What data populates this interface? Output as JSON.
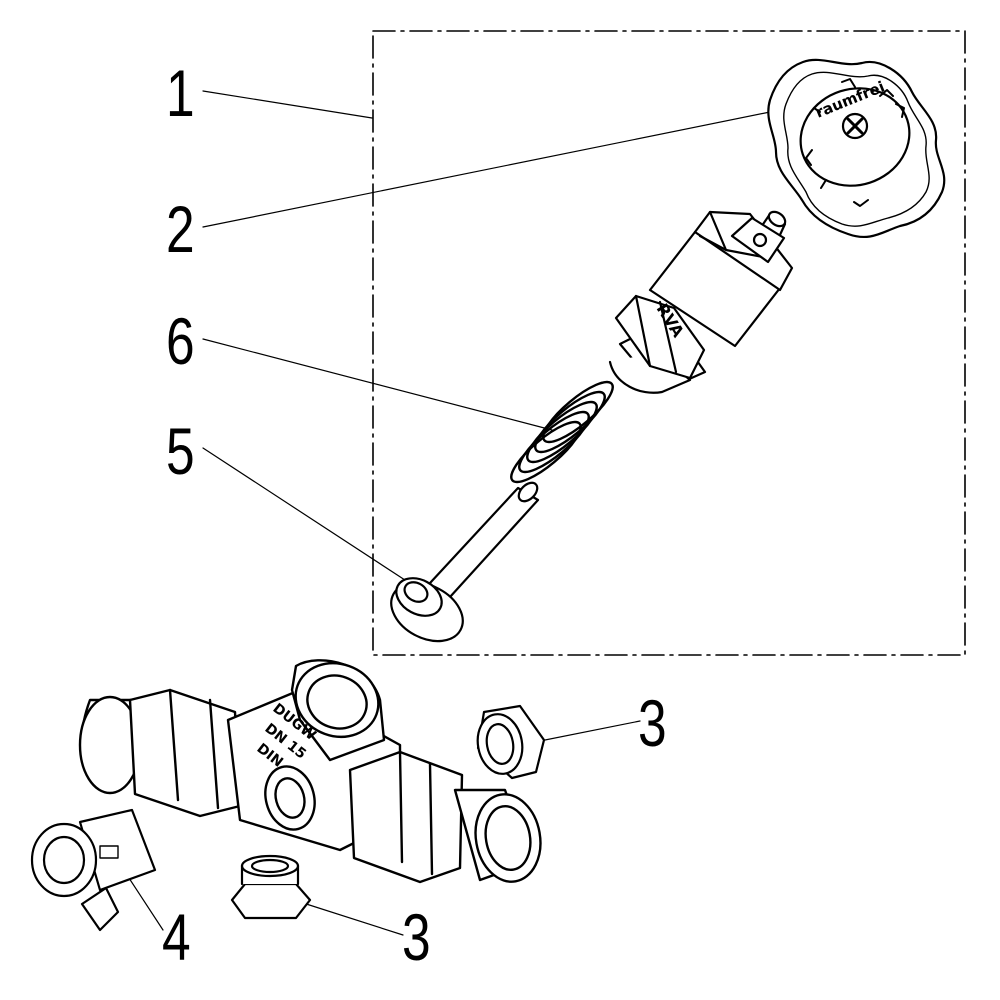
{
  "callouts": {
    "c1": "1",
    "c2": "2",
    "c3a": "3",
    "c3b": "3",
    "c4": "4",
    "c5": "5",
    "c6": "6"
  },
  "markings": {
    "handwheel": "raumfrei",
    "cartridge": "RVA",
    "body_brand": "DUGW",
    "body_size": "DN 15",
    "body_std": "DIN"
  }
}
